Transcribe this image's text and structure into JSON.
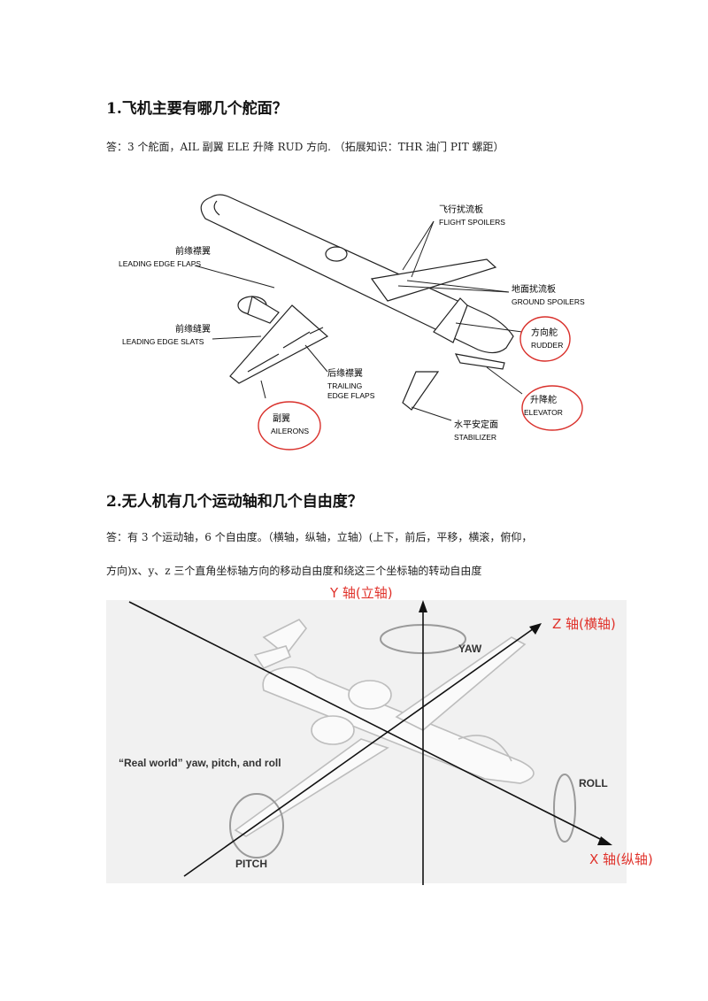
{
  "q1": {
    "heading": "1.飞机主要有哪几个舵面？",
    "answer": "答：3 个舵面，AIL 副翼   ELE 升降   RUD 方向.  （拓展知识：THR 油门 PIT 螺距）"
  },
  "fig1": {
    "labels": {
      "lef_cn": "前缘襟翼",
      "lef_en": "LEADING EDGE FLAPS",
      "les_cn": "前缘缝翼",
      "les_en": "LEADING EDGE SLATS",
      "fs_cn": "飞行扰流板",
      "fs_en": "FLIGHT SPOILERS",
      "gs_cn": "地面扰流板",
      "gs_en": "GROUND SPOILERS",
      "rud_cn": "方向舵",
      "rud_en": "RUDDER",
      "ele_cn": "升降舵",
      "ele_en": "ELEVATOR",
      "tef_cn": "后缘襟翼",
      "tef_en1": "TRAILING",
      "tef_en2": "EDGE FLAPS",
      "stab_cn": "水平安定面",
      "stab_en": "STABILIZER",
      "ail_cn": "副翼",
      "ail_en": "AILERONS"
    },
    "highlight_color": "#d9302b"
  },
  "q2": {
    "heading": "2.无人机有几个运动轴和几个自由度？",
    "answer_line1": "答：有 3 个运动轴，6 个自由度。（横轴，纵轴，立轴）(上下，前后，平移，横滚，俯仰，",
    "answer_line2": "方向)x、y、z 三个直角坐标轴方向的移动自由度和绕这三个坐标轴的转动自由度"
  },
  "fig2": {
    "y_axis": "Y 轴(立轴)",
    "z_axis": "Z 轴(横轴)",
    "x_axis": "X 轴(纵轴)",
    "yaw": "YAW",
    "roll": "ROLL",
    "pitch": "PITCH",
    "caption": "“Real world” yaw, pitch, and roll",
    "axis_label_color": "#e0322b"
  }
}
